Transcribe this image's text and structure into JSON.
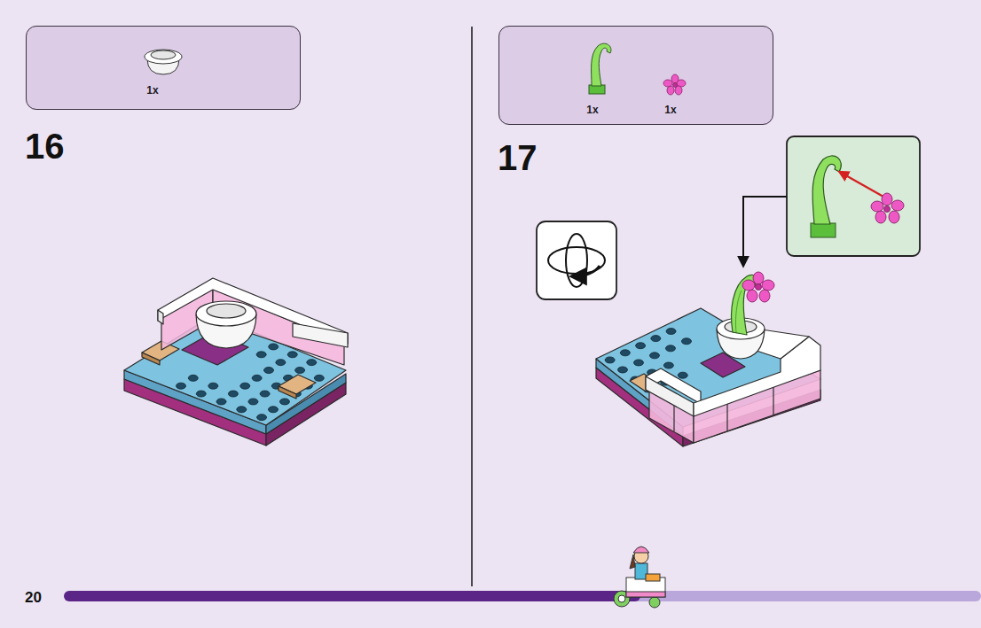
{
  "diagram": {
    "nodes": [
      {
        "text": [
          "1x"
        ]
      },
      {
        "text": [
          "1x",
          "1x"
        ]
      }
    ],
    "labels": [
      "16",
      "17",
      "20"
    ]
  }
}
